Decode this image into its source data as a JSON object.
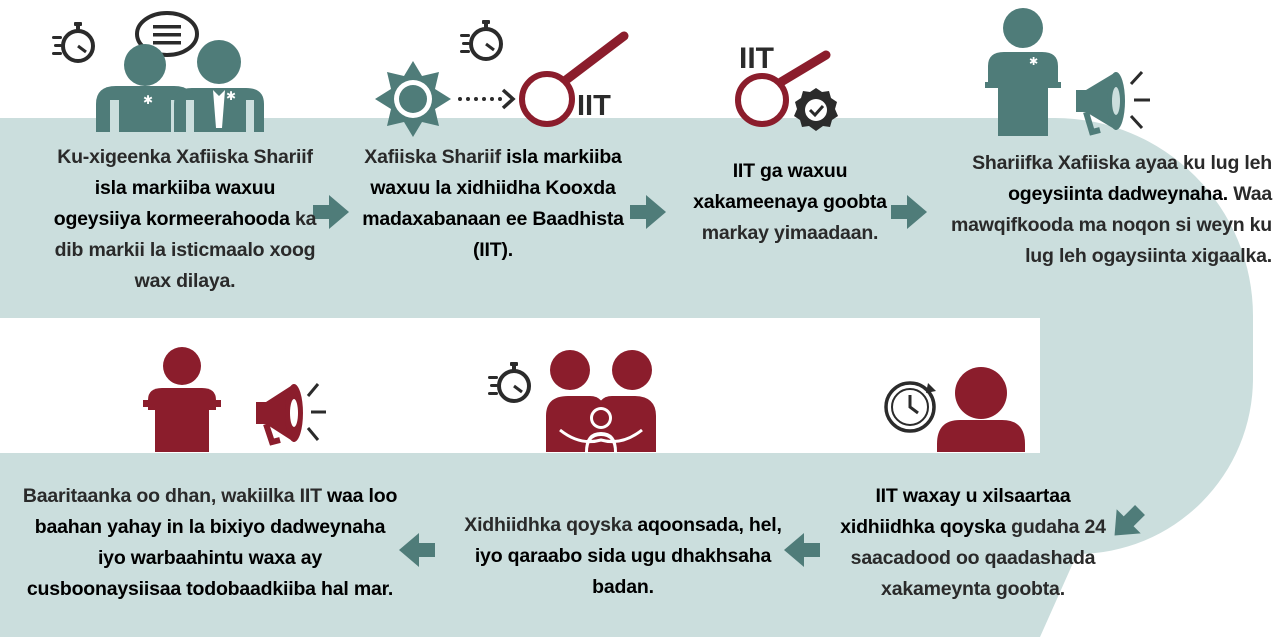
{
  "colors": {
    "band": "#cbdedd",
    "teal": "#4f7c79",
    "maroon": "#8b1d2c",
    "dark": "#2b2b2b"
  },
  "steps": [
    {
      "icons": [
        "stopwatch-icon",
        "speech-bubble-icon",
        "officer-icon",
        "officer-icon"
      ],
      "text": [
        {
          "t": "Ku-xigeenka Xafiiska Shariif ",
          "b": false
        },
        {
          "t": "isla markiiba waxuu ogeysiiya kormeerahooda",
          "b": true
        },
        {
          "t": " ka dib markii la isticmaalo xoog wax dilaya.",
          "b": false
        }
      ]
    },
    {
      "icons": [
        "stopwatch-icon",
        "badge-icon",
        "magnifying-glass-icon"
      ],
      "magnifier_label": "IIT",
      "text": [
        {
          "t": "Xafiiska Shariif ",
          "b": false
        },
        {
          "t": "isla markiiba waxuu la xidhiidha Kooxda madaxabanaan ee Baadhista (IIT).",
          "b": true
        }
      ]
    },
    {
      "icons": [
        "magnifying-glass-icon",
        "gear-check-icon"
      ],
      "magnifier_label": "IIT",
      "text": [
        {
          "t": "IIT ga waxuu xakameenaya goobta",
          "b": true
        },
        {
          "t": " markay yimaadaan.",
          "b": false
        }
      ]
    },
    {
      "icons": [
        "podium-officer-icon",
        "megaphone-icon"
      ],
      "text": [
        {
          "t": "Shariifka Xafiiska ayaa ku lug leh ",
          "b": false
        },
        {
          "t": "ogeysiinta dadweynaha.",
          "b": true
        },
        {
          "t": " Waa mawqifkooda ma noqon si weyn ku lug leh ogaysiinta xigaalka.",
          "b": false
        }
      ]
    },
    {
      "icons": [
        "clock-icon",
        "person-icon"
      ],
      "text": [
        {
          "t": "IIT waxay u xilsaartaa xidhiidhka qoyska",
          "b": true
        },
        {
          "t": " gudaha 24 saacadood oo qaadashada xakameynta goobta.",
          "b": false
        }
      ]
    },
    {
      "icons": [
        "stopwatch-icon",
        "family-icon"
      ],
      "text": [
        {
          "t": "Xidhiidhka qoyska ",
          "b": false
        },
        {
          "t": "aqoonsada, hel, iyo qaraabo sida ugu dhakhsaha badan.",
          "b": true
        }
      ]
    },
    {
      "icons": [
        "podium-speaker-icon",
        "megaphone-icon"
      ],
      "text": [
        {
          "t": "Baaritaanka oo dhan, wakiilka IIT ",
          "b": false
        },
        {
          "t": "waa loo baahan yahay in la bixiyo dadweynaha iyo warbaahintu waxa ay cusboonaysiisaa todobaadkiiba hal mar.",
          "b": true
        }
      ]
    }
  ]
}
